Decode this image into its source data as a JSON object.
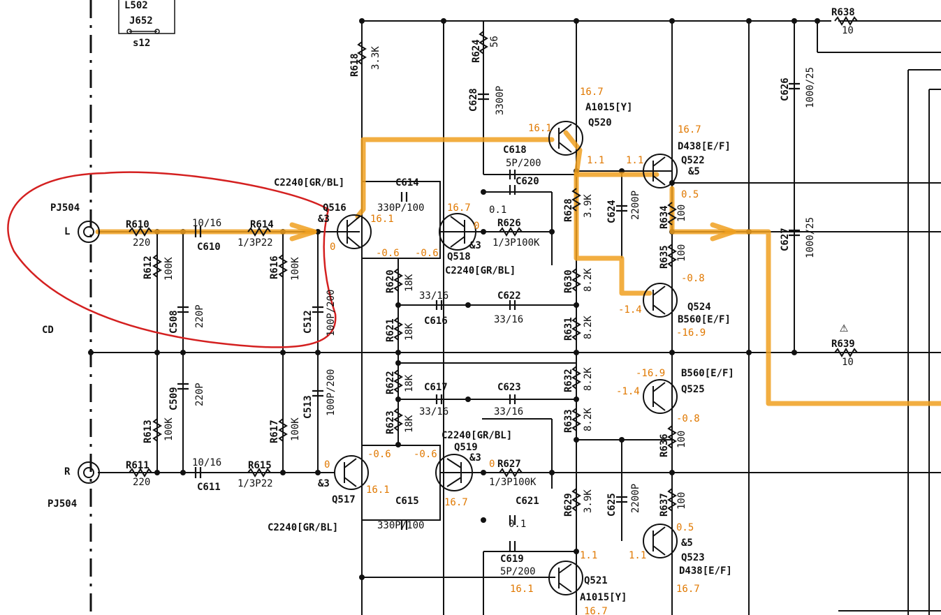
{
  "connectors": {
    "top_box": {
      "line1": "L502",
      "line2": "J652",
      "line3": "s12"
    },
    "pj_top": "PJ504",
    "pj_bottom": "PJ504",
    "L": "L",
    "R": "R",
    "CD": "CD"
  },
  "resistors": {
    "R610": {
      "ref": "R610",
      "val": "220"
    },
    "R611": {
      "ref": "R611",
      "val": "220"
    },
    "R612": {
      "ref": "R612",
      "val": "100K"
    },
    "R613": {
      "ref": "R613",
      "val": "100K"
    },
    "R614": {
      "ref": "R614",
      "val": "1/3P22"
    },
    "R615": {
      "ref": "R615",
      "val": "1/3P22"
    },
    "R616": {
      "ref": "R616",
      "val": "100K"
    },
    "R617": {
      "ref": "R617",
      "val": "100K"
    },
    "R618": {
      "ref": "R618",
      "val": "3.3K"
    },
    "R620": {
      "ref": "R620",
      "val": "18K"
    },
    "R621": {
      "ref": "R621",
      "val": "18K"
    },
    "R622": {
      "ref": "R622",
      "val": "18K"
    },
    "R623": {
      "ref": "R623",
      "val": "18K"
    },
    "R624": {
      "ref": "R624",
      "val": "56"
    },
    "R626": {
      "ref": "R626",
      "val": "1/3P100K"
    },
    "R627": {
      "ref": "R627",
      "val": "1/3P100K"
    },
    "R628": {
      "ref": "R628",
      "val": "3.9K"
    },
    "R629": {
      "ref": "R629",
      "val": "3.9K"
    },
    "R630": {
      "ref": "R630",
      "val": "8.2K"
    },
    "R631": {
      "ref": "R631",
      "val": "8.2K"
    },
    "R632": {
      "ref": "R632",
      "val": "8.2K"
    },
    "R633": {
      "ref": "R633",
      "val": "8.2K"
    },
    "R634": {
      "ref": "R634",
      "val": "100"
    },
    "R635": {
      "ref": "R635",
      "val": "100"
    },
    "R636": {
      "ref": "R636",
      "val": "100"
    },
    "R637": {
      "ref": "R637",
      "val": "100"
    },
    "R638": {
      "ref": "R638",
      "val": "10"
    },
    "R639": {
      "ref": "R639",
      "val": "10"
    }
  },
  "capacitors": {
    "C508": {
      "ref": "C508",
      "val": "220P"
    },
    "C509": {
      "ref": "C509",
      "val": "220P"
    },
    "C512": {
      "ref": "C512",
      "val": "100P/200"
    },
    "C513": {
      "ref": "C513",
      "val": "100P/200"
    },
    "C610": {
      "ref": "C610",
      "val": "10/16"
    },
    "C611": {
      "ref": "C611",
      "val": "10/16"
    },
    "C614": {
      "ref": "C614",
      "val": "330P/100"
    },
    "C615": {
      "ref": "C615",
      "val": "330P/100"
    },
    "C616": {
      "ref": "C616",
      "val": "33/16"
    },
    "C617": {
      "ref": "C617",
      "val": "33/16"
    },
    "C618": {
      "ref": "C618",
      "val": "5P/200"
    },
    "C619": {
      "ref": "C619",
      "val": "5P/200"
    },
    "C620": {
      "ref": "C620",
      "val": "0.1"
    },
    "C621": {
      "ref": "C621",
      "val": "0.1"
    },
    "C622": {
      "ref": "C622",
      "val": "33/16"
    },
    "C623": {
      "ref": "C623",
      "val": "33/16"
    },
    "C624": {
      "ref": "C624",
      "val": "2200P"
    },
    "C625": {
      "ref": "C625",
      "val": "2200P"
    },
    "C626": {
      "ref": "C626",
      "val": "1000/25"
    },
    "C627": {
      "ref": "C627",
      "val": "1000/25"
    },
    "C628": {
      "ref": "C628",
      "val": "3300P"
    }
  },
  "transistors": {
    "Q516": {
      "ref": "Q516",
      "type": "C2240[GR/BL]"
    },
    "Q517": {
      "ref": "Q517",
      "type": "C2240[GR/BL]"
    },
    "Q518": {
      "ref": "Q518",
      "type": "C2240[GR/BL]"
    },
    "Q519": {
      "ref": "Q519",
      "type": "C2240[GR/BL]"
    },
    "Q520": {
      "ref": "Q520",
      "type": "A1015[Y]"
    },
    "Q521": {
      "ref": "Q521",
      "type": "A1015[Y]"
    },
    "Q522": {
      "ref": "Q522",
      "type": "D438[E/F]"
    },
    "Q523": {
      "ref": "Q523",
      "type": "D438[E/F]"
    },
    "Q524": {
      "ref": "Q524",
      "type": "B560[E/F]"
    },
    "Q525": {
      "ref": "Q525",
      "type": "B560[E/F]"
    }
  },
  "marks": {
    "k3": "&3",
    "k5": "&5",
    "warn": "⚠"
  },
  "voltages": {
    "v_q516_c": "16.1",
    "v_q516_e": "0",
    "v_q516_e2": "-0.6",
    "v_q518_e": "-0.6",
    "v_q518_c": "16.7",
    "v_q518_b": "0",
    "v_q520_c": "16.7",
    "v_q520_b": "16.1",
    "v_q520_e1": "1.1",
    "v_q522_b": "1.1",
    "v_q522_c": "16.7",
    "v_q522_e": "0.5",
    "v_q524_e": "-0.8",
    "v_q524_b": "-1.4",
    "v_q524_c": "-16.9",
    "v_q525_c": "-16.9",
    "v_q525_b": "-1.4",
    "v_q525_e": "-0.8",
    "v_q517_e": "0",
    "v_q517_e2": "-0.6",
    "v_q519_e": "-0.6",
    "v_q519_b": "0",
    "v_q517_c": "16.1",
    "v_q519_c": "16.7",
    "v_q523_e": "0.5",
    "v_q523_b": "1.1",
    "v_q521_e": "1.1",
    "v_q521_b": "16.1",
    "v_q523_c": "16.7",
    "v_q521_c": "16.7"
  },
  "colors": {
    "signal": "#f0a020",
    "highlight": "#d42020",
    "voltage": "#e07800"
  }
}
